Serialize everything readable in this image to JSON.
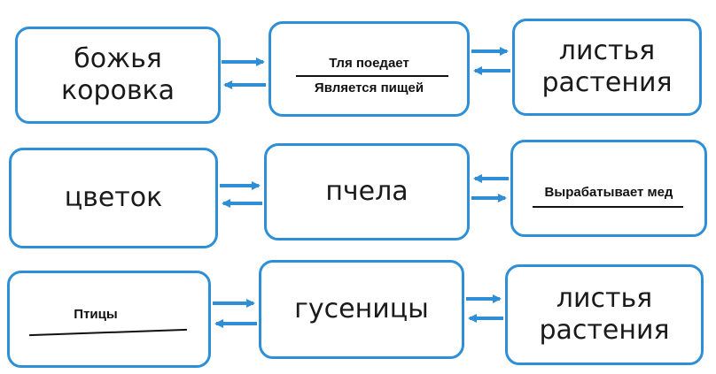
{
  "row1": {
    "left": "божья\nкоровка",
    "middle_top": "Тля поедает",
    "middle_bottom": "Является пищей",
    "right": "листья\nрастения"
  },
  "row2": {
    "left": "цветок",
    "middle": "пчела",
    "right": "Вырабатывает мед"
  },
  "row3": {
    "left": "Птицы",
    "middle": "гусеницы",
    "right": "листья\nрастения"
  },
  "colors": {
    "border": "#2e8fd6",
    "arrow": "#2e8fd6"
  }
}
